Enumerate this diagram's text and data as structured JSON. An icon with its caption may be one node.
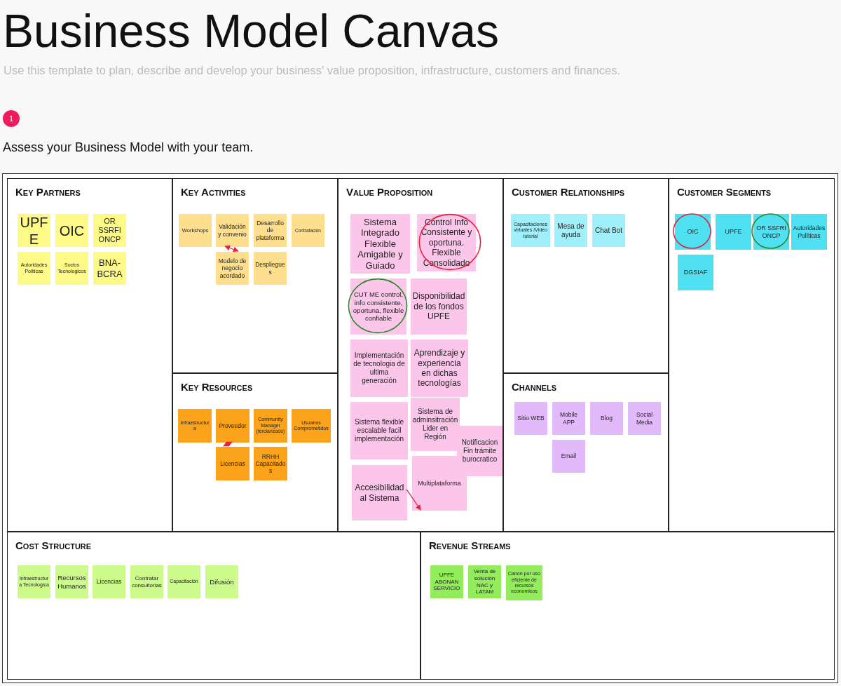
{
  "diagram": {
    "title": "Business Model Canvas",
    "nodes": [
      {
        "text": [
          "Key Partners"
        ]
      },
      {
        "text": [
          "UPFE"
        ],
        "in": 0
      },
      {
        "text": [
          "OIC"
        ],
        "in": 0
      },
      {
        "text": [
          "OR SSRFI ONCP"
        ],
        "in": 0
      },
      {
        "text": [
          "Autoridades Politicas"
        ],
        "in": 0
      },
      {
        "text": [
          "Socios Tecnologicos"
        ],
        "in": 0
      },
      {
        "text": [
          "BNA-BCRA"
        ],
        "in": 0
      },
      {
        "text": [
          "Key Activities"
        ]
      },
      {
        "text": [
          "Workshops"
        ],
        "in": 7
      },
      {
        "text": [
          "Validación y convenio"
        ],
        "in": 7
      },
      {
        "text": [
          "Desarrollo de plataforma"
        ],
        "in": 7
      },
      {
        "text": [
          "Contratación"
        ],
        "in": 7
      },
      {
        "text": [
          "Modelo de negocio acordado"
        ],
        "in": 7
      },
      {
        "text": [
          "Despliegues"
        ],
        "in": 7
      },
      {
        "text": [
          "Key Resources"
        ]
      },
      {
        "text": [
          "Infraestructura"
        ],
        "in": 14
      },
      {
        "text": [
          "Proveedor"
        ],
        "in": 14
      },
      {
        "text": [
          "Community Manager (terciarizado)"
        ],
        "in": 14
      },
      {
        "text": [
          "Usuarios Comprometidos"
        ],
        "in": 14
      },
      {
        "text": [
          "Licencias"
        ],
        "in": 14
      },
      {
        "text": [
          "RRHH Capacitados"
        ],
        "in": 14
      },
      {
        "text": [
          "Value Proposition"
        ]
      },
      {
        "text": [
          "Sistema Integrado Flexible Amigable y Guiado"
        ],
        "in": 21
      },
      {
        "text": [
          "Control Info Consistente y oportuna. Flexible Consolidado"
        ],
        "in": 21
      },
      {
        "text": [
          "CUT ME control, info consistente, oportuna, flexible confiable"
        ],
        "in": 21
      },
      {
        "text": [
          "Disponibilidad de los fondos UPFE"
        ],
        "in": 21
      },
      {
        "text": [
          "Implementación de tecnologia de ultima generación"
        ],
        "in": 21
      },
      {
        "text": [
          "Aprendizaje y experiencia en dichas tecnologías"
        ],
        "in": 21
      },
      {
        "text": [
          "Sistema flexible escalable facil implementación"
        ],
        "in": 21
      },
      {
        "text": [
          "Sistema de adminsitración Lider en Región"
        ],
        "in": 21
      },
      {
        "text": [
          "Notificacion Fin trámite burocratico"
        ],
        "in": 21
      },
      {
        "text": [
          "Multiplataforma"
        ],
        "in": 21
      },
      {
        "text": [
          "Accesibilidad al Sistema"
        ],
        "in": 21
      },
      {
        "text": [
          "Customer Relationships"
        ]
      },
      {
        "text": [
          "Capacitaciones virtuales /Video tutorial"
        ],
        "in": 33
      },
      {
        "text": [
          "Mesa de ayuda"
        ],
        "in": 33
      },
      {
        "text": [
          "Chat Bot"
        ],
        "in": 33
      },
      {
        "text": [
          "Channels"
        ]
      },
      {
        "text": [
          "Sitio WEB"
        ],
        "in": 37
      },
      {
        "text": [
          "Mobile APP"
        ],
        "in": 37
      },
      {
        "text": [
          "Blog"
        ],
        "in": 37
      },
      {
        "text": [
          "Social Media"
        ],
        "in": 37
      },
      {
        "text": [
          "Email"
        ],
        "in": 37
      },
      {
        "text": [
          "Customer Segments"
        ]
      },
      {
        "text": [
          "OIC"
        ],
        "in": 43
      },
      {
        "text": [
          "UPFE"
        ],
        "in": 43
      },
      {
        "text": [
          "OR SSFRI ONCP"
        ],
        "in": 43
      },
      {
        "text": [
          "Autoridades Políticas"
        ],
        "in": 43
      },
      {
        "text": [
          "DGSIAF"
        ],
        "in": 43
      },
      {
        "text": [
          "Cost Structure"
        ]
      },
      {
        "text": [
          "Infraestructura Tecnologica"
        ],
        "in": 49
      },
      {
        "text": [
          "Recursos Humanos"
        ],
        "in": 49
      },
      {
        "text": [
          "Licencias"
        ],
        "in": 49
      },
      {
        "text": [
          "Contratar consultorias"
        ],
        "in": 49
      },
      {
        "text": [
          "Capacitación"
        ],
        "in": 49
      },
      {
        "text": [
          "Difusión"
        ],
        "in": 49
      },
      {
        "text": [
          "Revenue Streams"
        ]
      },
      {
        "text": [
          "UPFE ABONAN SERVICIO"
        ],
        "in": 56
      },
      {
        "text": [
          "Venta de solución NAC y LATAM"
        ],
        "in": 56
      },
      {
        "text": [
          "Canon por uso eficiente de recursos economicos"
        ],
        "in": 56
      }
    ],
    "edges": [
      {
        "from": 9,
        "to": 12,
        "arrow": "both",
        "color": "#e8203c"
      },
      {
        "from": 16,
        "to": 19,
        "arrow": "both",
        "color": "#e8203c"
      },
      {
        "from": 32,
        "to": 31,
        "arrow": "to",
        "color": "#e8203c"
      }
    ],
    "labels": [
      "Use this template to plan, describe and develop your business' value proposition, infrastructure, customers and finances.",
      "1",
      "Assess your Business Model with your team."
    ]
  }
}
